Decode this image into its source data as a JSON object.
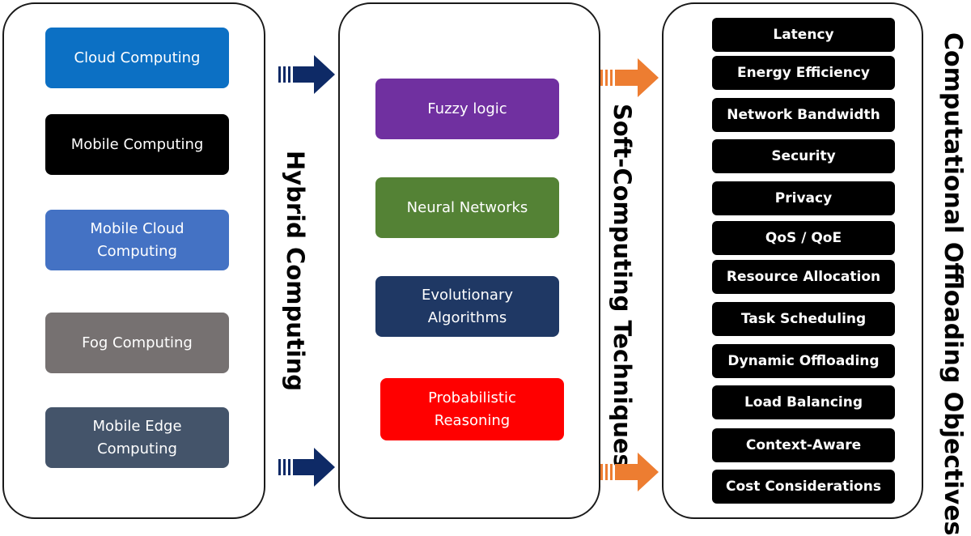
{
  "hybrid_computing": {
    "label": "Hybrid Computing",
    "items": [
      {
        "label": "Cloud Computing",
        "color": "#0c70c4"
      },
      {
        "label": "Mobile Computing",
        "color": "#000000"
      },
      {
        "label": "Mobile Cloud\nComputing",
        "color": "#4472c4"
      },
      {
        "label": "Fog Computing",
        "color": "#767171"
      },
      {
        "label": "Mobile Edge\nComputing",
        "color": "#44546a"
      }
    ]
  },
  "soft_computing": {
    "label": "Soft-Computing Techniques",
    "items": [
      {
        "label": "Fuzzy logic",
        "color": "#7030a0"
      },
      {
        "label": "Neural Networks",
        "color": "#548235"
      },
      {
        "label": "Evolutionary\nAlgorithms",
        "color": "#1f3864"
      },
      {
        "label": "Probabilistic\nReasoning",
        "color": "#ff0000"
      }
    ]
  },
  "offloading_objectives": {
    "label": "Computational Offloading Objectives",
    "items": [
      "Latency",
      "Energy Efficiency",
      "Network Bandwidth",
      "Security",
      "Privacy",
      "QoS / QoE",
      "Resource Allocation",
      "Task Scheduling",
      "Dynamic Offloading",
      "Load Balancing",
      "Context-Aware",
      "Cost Considerations"
    ]
  },
  "arrow_colors": {
    "dark_blue": "#0e2a66",
    "orange": "#ed7d31"
  }
}
